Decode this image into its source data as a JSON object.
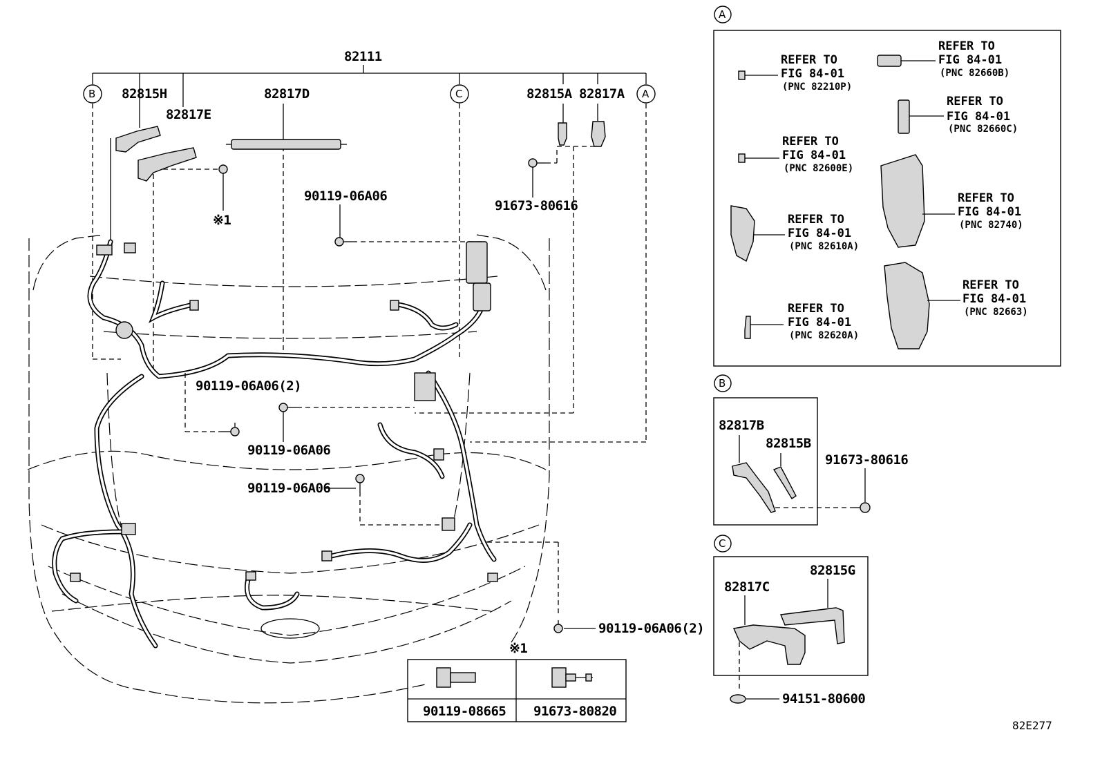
{
  "main_part": "82111",
  "callouts": {
    "a": "A",
    "b": "B",
    "c": "C"
  },
  "main_labels": {
    "p82815h": "82815H",
    "p82817e": "82817E",
    "p82817d": "82817D",
    "p82815a": "82815A",
    "p82817a": "82817A",
    "bolt_top": "90119-06A06",
    "bolt_top_right": "91673-80616",
    "note_mark": "※1",
    "bolt_mid_left": "90119-06A06(2)",
    "bolt_mid_center": "90119-06A06",
    "bolt_lower_center": "90119-06A06",
    "bolt_bottom_right": "90119-06A06(2)",
    "note_mark_bottom": "※1"
  },
  "note_table": {
    "cells": [
      "90119-08665",
      "91673-80820"
    ]
  },
  "detail_a": {
    "refs": [
      {
        "line1": "REFER TO",
        "line2": "FIG 84-01",
        "pnc": "(PNC 82210P)"
      },
      {
        "line1": "REFER TO",
        "line2": "FIG 84-01",
        "pnc": "(PNC 82660B)"
      },
      {
        "line1": "REFER TO",
        "line2": "FIG 84-01",
        "pnc": "(PNC 82660C)"
      },
      {
        "line1": "REFER TO",
        "line2": "FIG 84-01",
        "pnc": "(PNC 82600E)"
      },
      {
        "line1": "REFER TO",
        "line2": "FIG 84-01",
        "pnc": "(PNC 82740)"
      },
      {
        "line1": "REFER TO",
        "line2": "FIG 84-01",
        "pnc": "(PNC 82610A)"
      },
      {
        "line1": "REFER TO",
        "line2": "FIG 84-01",
        "pnc": "(PNC 82663)"
      },
      {
        "line1": "REFER TO",
        "line2": "FIG 84-01",
        "pnc": "(PNC 82620A)"
      }
    ]
  },
  "detail_b": {
    "p1": "82817B",
    "p2": "82815B",
    "bolt": "91673-80616"
  },
  "detail_c": {
    "p1": "82817C",
    "p2": "82815G",
    "clip": "94151-80600"
  },
  "figure_code": "82E277"
}
